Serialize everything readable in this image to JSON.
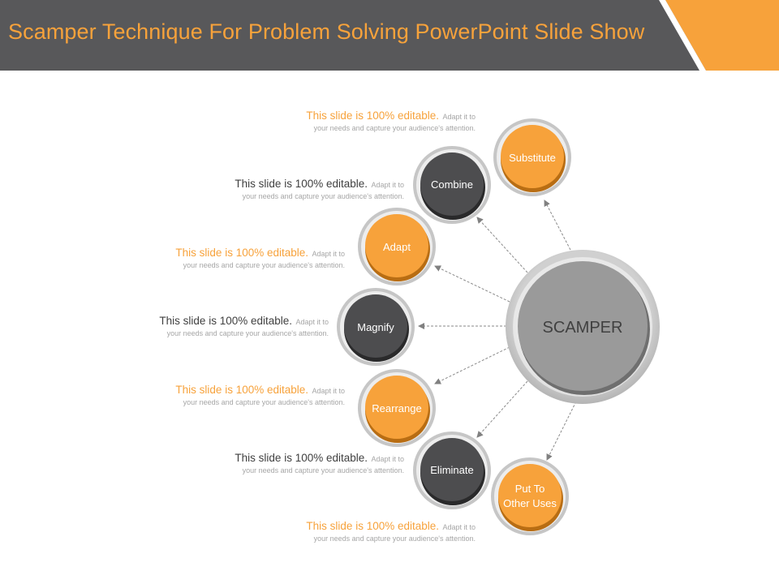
{
  "slide": {
    "title": "Scamper Technique For Problem Solving PowerPoint Slide Show"
  },
  "colors": {
    "header_bg": "#58585a",
    "accent_orange": "#f7a23b",
    "dark_node": "#4d4d4f",
    "center_node": "#9a9a9a",
    "ring": "#c8c8c8"
  },
  "center": {
    "label": "SCAMPER"
  },
  "nodes": [
    {
      "label": "Substitute",
      "color": "orange"
    },
    {
      "label": "Combine",
      "color": "dark"
    },
    {
      "label": "Adapt",
      "color": "orange"
    },
    {
      "label": "Magnify",
      "color": "dark"
    },
    {
      "label": "Rearrange",
      "color": "orange"
    },
    {
      "label": "Eliminate",
      "color": "dark"
    },
    {
      "label": "Put To Other Uses",
      "line1": "Put To",
      "line2": "Other Uses",
      "color": "orange"
    }
  ],
  "descriptions": [
    {
      "lead": "This slide is 100% editable.",
      "small": "Adapt it to",
      "line2": "your needs and capture your audience's attention.",
      "color": "orange"
    },
    {
      "lead": "This slide is 100% editable.",
      "small": "Adapt it to",
      "line2": "your needs and capture your audience's attention.",
      "color": "dark"
    },
    {
      "lead": "This slide is 100% editable.",
      "small": "Adapt it to",
      "line2": "your needs and capture your audience's attention.",
      "color": "orange"
    },
    {
      "lead": "This slide is 100% editable.",
      "small": "Adapt it to",
      "line2": "your needs and capture your audience's attention.",
      "color": "dark"
    },
    {
      "lead": "This slide is 100% editable.",
      "small": "Adapt it to",
      "line2": "your needs and capture your audience's attention.",
      "color": "orange"
    },
    {
      "lead": "This slide is 100% editable.",
      "small": "Adapt it to",
      "line2": "your needs and capture your audience's attention.",
      "color": "dark"
    },
    {
      "lead": "This slide is 100% editable.",
      "small": "Adapt it to",
      "line2": "your needs and capture your audience's attention.",
      "color": "orange"
    }
  ]
}
